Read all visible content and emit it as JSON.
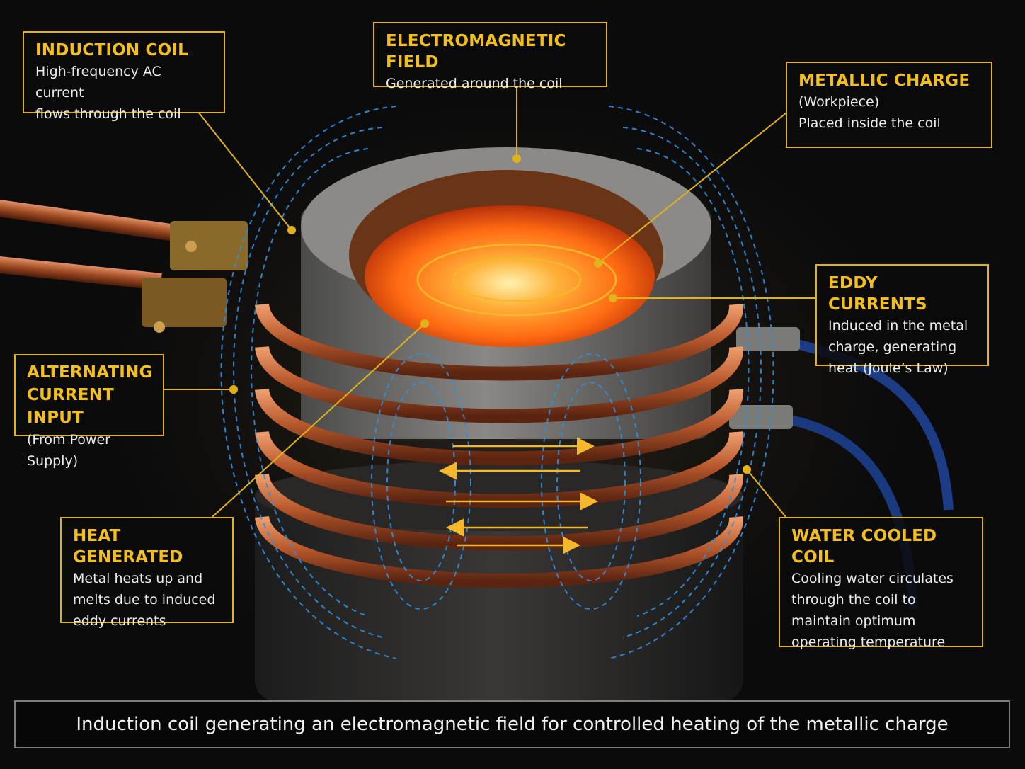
{
  "callouts": {
    "induction_coil": {
      "title": "INDUCTION COIL",
      "body": "High-frequency AC current\nflows through the coil"
    },
    "electromagnetic_field": {
      "title": "ELECTROMAGNETIC FIELD",
      "body": "Generated around the coil"
    },
    "metallic_charge": {
      "title": "METALLIC CHARGE",
      "sub": "(Workpiece)",
      "body": "Placed inside the coil"
    },
    "eddy_currents": {
      "title": "EDDY CURRENTS",
      "body": "Induced in the metal\ncharge, generating\nheat (Joule’s Law)"
    },
    "alternating_current": {
      "title": "ALTERNATING\nCURRENT INPUT",
      "body": "(From Power Supply)"
    },
    "heat_generated": {
      "title": "HEAT GENERATED",
      "body": "Metal heats up and\nmelts due to induced\neddy currents"
    },
    "water_cooled": {
      "title": "WATER COOLED COIL",
      "body": "Cooling water circulates\nthrough the coil to\nmaintain optimum\noperating temperature"
    }
  },
  "caption": "Induction coil generating an electromagnetic field for controlled heating of the metallic charge",
  "colors": {
    "accent_gold": "#e0b21c",
    "field_blue": "#2f8fe0",
    "copper": "#b8582c",
    "molten": "#ff7a1a"
  }
}
